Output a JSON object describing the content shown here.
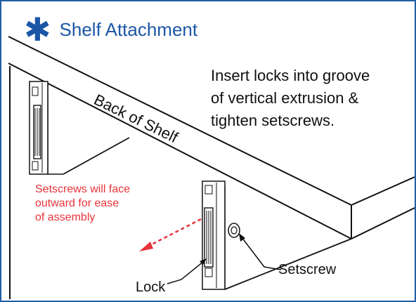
{
  "header": {
    "title": "Shelf Attachment",
    "icon": "asterisk-icon"
  },
  "instructions": {
    "lines": [
      "Insert locks into groove",
      "of vertical extrusion &",
      "tighten setscrews."
    ]
  },
  "shelf": {
    "label": "Back of Shelf"
  },
  "warning": {
    "lines": [
      "Setscrews will face",
      "outward for ease",
      "of assembly"
    ],
    "color": "#e8333a"
  },
  "callouts": {
    "lock": "Lock",
    "setscrew": "Setscrew"
  },
  "colors": {
    "accent": "#1c57a6",
    "frame": "#1f5fa8",
    "line": "#111111",
    "part_fill": "#ffffff",
    "part_shadow": "#d0d0d0"
  }
}
